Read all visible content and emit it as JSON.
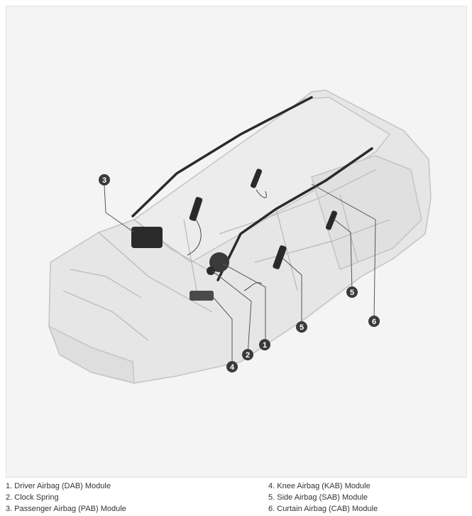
{
  "diagram": {
    "callouts": [
      {
        "number": "1",
        "label": "Driver Airbag (DAB) Module"
      },
      {
        "number": "2",
        "label": "Clock Spring"
      },
      {
        "number": "3",
        "label": "Passenger Airbag (PAB) Module"
      },
      {
        "number": "4",
        "label": "Knee Airbag (KAB) Module"
      },
      {
        "number": "5",
        "label": "Side Airbag (SAB) Module"
      },
      {
        "number": "6",
        "label": "Curtain Airbag (CAB) Module"
      }
    ]
  },
  "legend": [
    {
      "number": "1.",
      "label": "Driver Airbag (DAB) Module"
    },
    {
      "number": "2.",
      "label": "Clock Spring"
    },
    {
      "number": "3.",
      "label": "Passenger Airbag (PAB) Module"
    },
    {
      "number": "4.",
      "label": "Knee Airbag (KAB) Module"
    },
    {
      "number": "5.",
      "label": "Side Airbag (SAB) Module"
    },
    {
      "number": "6.",
      "label": "Curtain Airbag (CAB) Module"
    }
  ],
  "colors": {
    "background": "#f4f4f4",
    "body_fill": "#e6e6e6",
    "body_stroke": "#c4c4c4",
    "component": "#2a2a2a",
    "callout": "#3a3a3a",
    "leader": "#555555"
  }
}
